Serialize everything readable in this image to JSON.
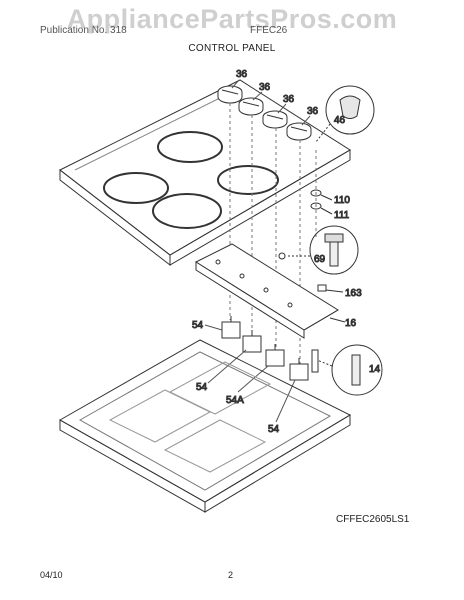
{
  "watermark": "AppliancePartsPros.com",
  "header": {
    "publication_label": "Publication No. 318",
    "model_label": "FFEC26"
  },
  "title": "CONTROL PANEL",
  "part_labels": {
    "knob_1": "36",
    "knob_2": "36",
    "knob_3": "36",
    "knob_4": "36",
    "knob_detail": "46",
    "washer_1": "110",
    "washer_2": "111",
    "screw_detail": "69",
    "clip": "163",
    "bracket": "16",
    "switch_a": "54",
    "switch_b": "54",
    "switch_c": "54A",
    "switch_d": "54",
    "shaft_detail": "14"
  },
  "model_code": "CFFEC2605LS1",
  "footer": {
    "date": "04/10",
    "page": "2"
  }
}
